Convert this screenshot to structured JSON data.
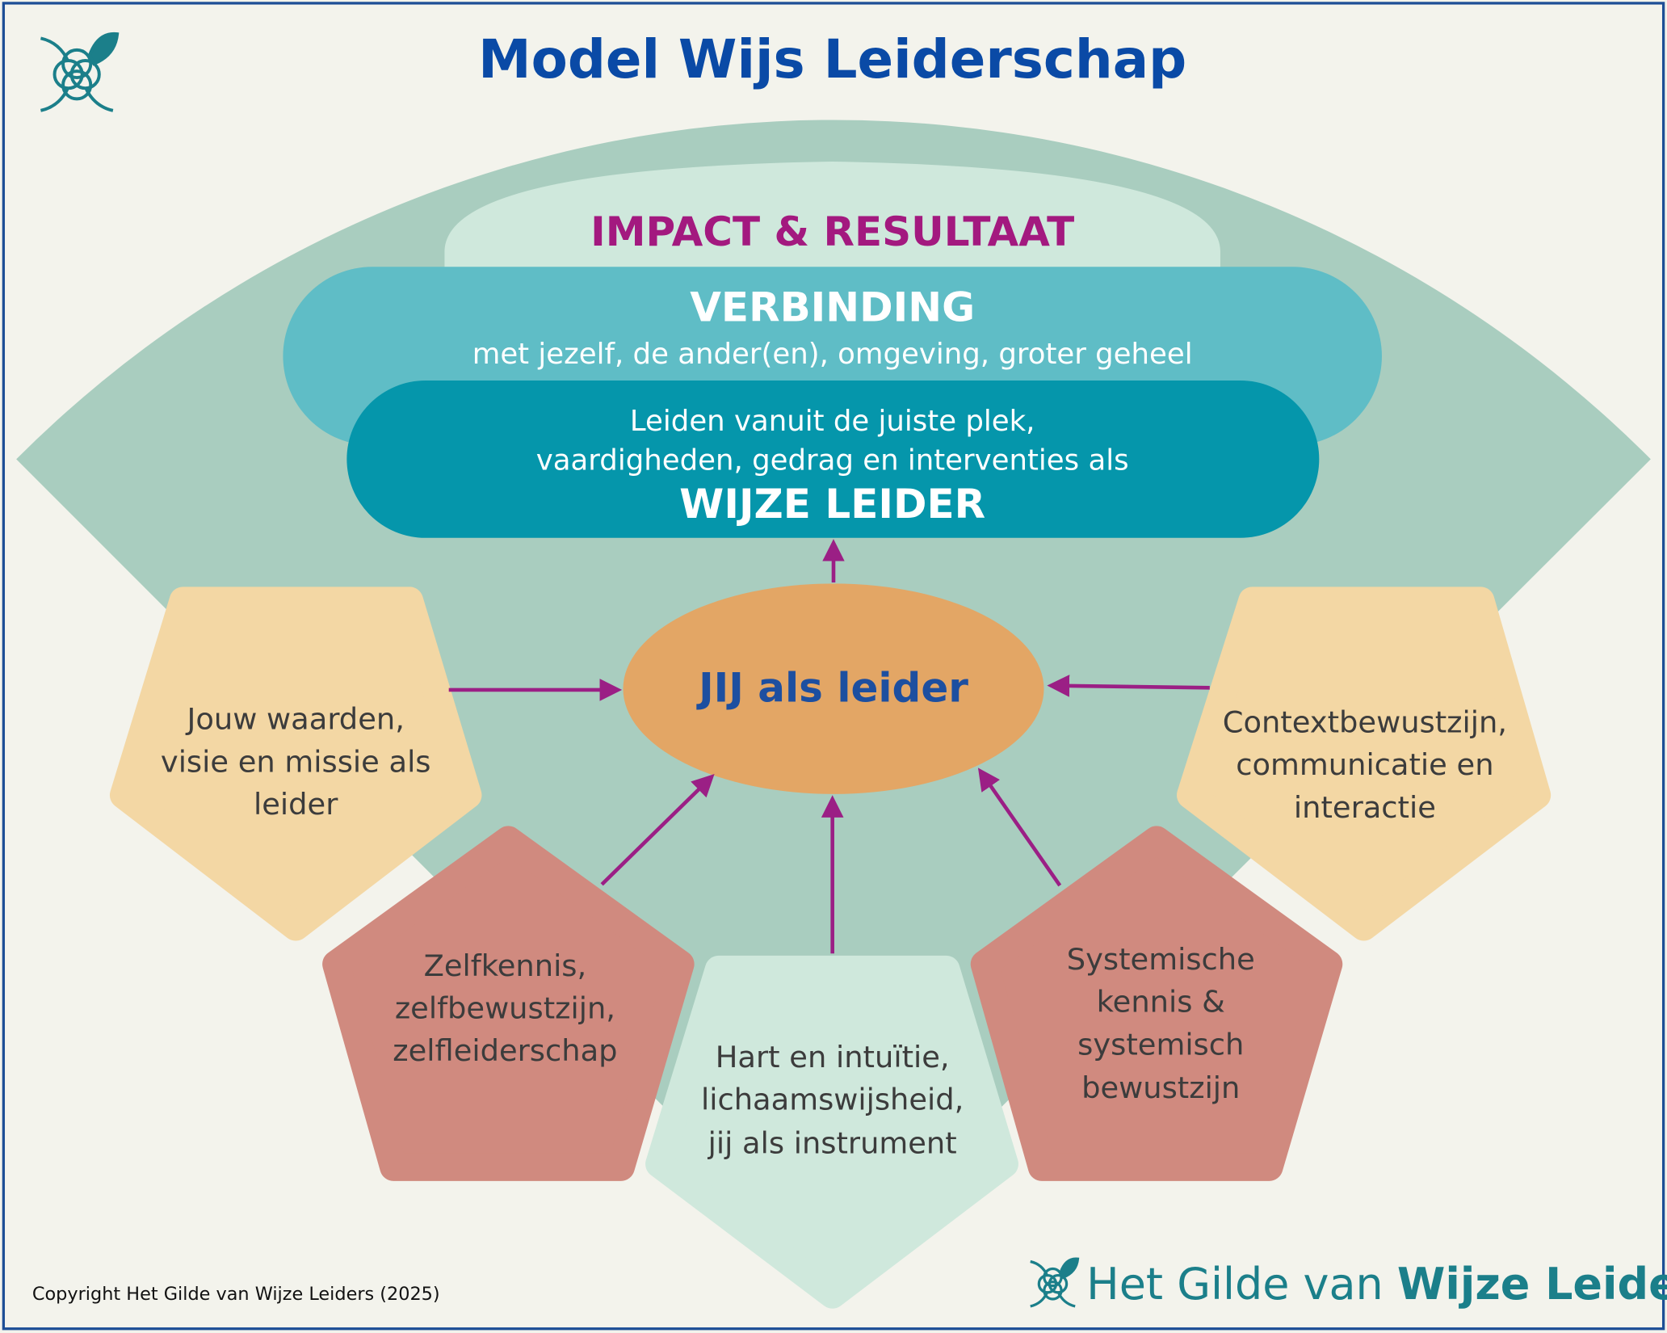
{
  "title": "Model Wijs Leiderschap",
  "impact": "IMPACT & RESULTAAT",
  "verbinding": {
    "heading": "VERBINDING",
    "subtitle": "met jezelf, de ander(en), omgeving, groter geheel"
  },
  "wijze_leider": {
    "lines": [
      "Leiden vanuit de juiste plek,",
      "vaardigheden, gedrag en interventies als"
    ],
    "heading": "WIJZE LEIDER"
  },
  "center": "JIJ als leider",
  "pillars": {
    "values": [
      "Jouw waarden,",
      "visie en missie als",
      "leider"
    ],
    "context": [
      "Contextbewustzijn,",
      "communicatie en",
      "interactie"
    ],
    "self": [
      "Zelfkennis,",
      "zelfbewustzijn,",
      "zelfleiderschap"
    ],
    "heart": [
      "Hart en intuïtie,",
      "lichaamswijsheid,",
      "jij als instrument"
    ],
    "systemic": [
      "Systemische",
      "kennis &",
      "systemisch",
      "bewustzijn"
    ]
  },
  "copyright": "Copyright Het Gilde van Wijze Leiders (2025)",
  "brand": {
    "regular": "Het Gilde van ",
    "bold": "Wijze Leiders"
  },
  "colors": {
    "background": "#f3f3ec",
    "title": "#0a4aa6",
    "fan": "#a9cdbf",
    "mint": "#cfe8dc",
    "verbinding": "#5fbdc6",
    "wijze_leider": "#0596ab",
    "center": "#e3a665",
    "yellow": "#f3d7a4",
    "red": "#d08a7f",
    "arrow": "#9b1f85",
    "impact": "#a3197f",
    "brand": "#1b7f8a"
  },
  "icons": [
    "logo-knot-leaf-icon"
  ]
}
